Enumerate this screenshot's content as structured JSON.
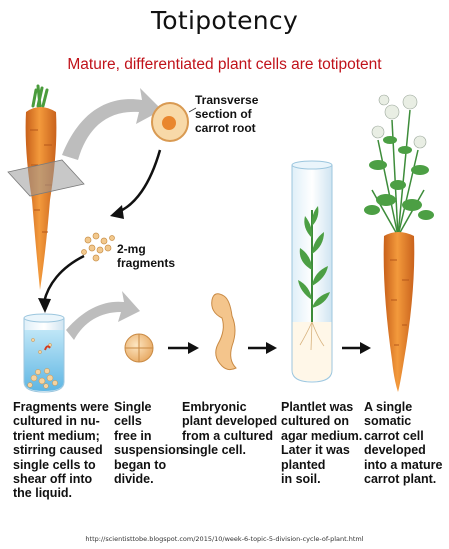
{
  "title": "Totipotency",
  "subtitle": "Mature, differentiated plant cells are totipotent",
  "labels": {
    "transverse_section": [
      "Transverse",
      "section of",
      "carrot root"
    ],
    "fragments": [
      "2-mg",
      "fragments"
    ]
  },
  "captions": {
    "step1": [
      "Fragments were",
      "cultured in nu-",
      "trient medium;",
      "stirring caused",
      "single cells to",
      "shear off into",
      "the liquid."
    ],
    "step2": [
      "Single",
      "cells",
      "free in",
      "suspension",
      "began to",
      "divide."
    ],
    "step3": [
      "Embryonic",
      "plant developed",
      "from a cultured",
      "single cell."
    ],
    "step4": [
      "Plantlet was",
      "cultured on",
      "agar medium.",
      "Later it was",
      "planted",
      "in soil."
    ],
    "step5": [
      "A single",
      "somatic",
      "carrot cell",
      "developed",
      "into a mature",
      "carrot plant."
    ]
  },
  "source_url": "http://scientisttobe.blogspot.com/2015/10/week-6-topic-5-division-cycle-of-plant.html",
  "colors": {
    "subtitle": "#c0121a",
    "carrot": "#e9862e",
    "leaf": "#3d8c3a",
    "arrow_gray": "#b5b5b5",
    "cell": "#f2c88d"
  }
}
